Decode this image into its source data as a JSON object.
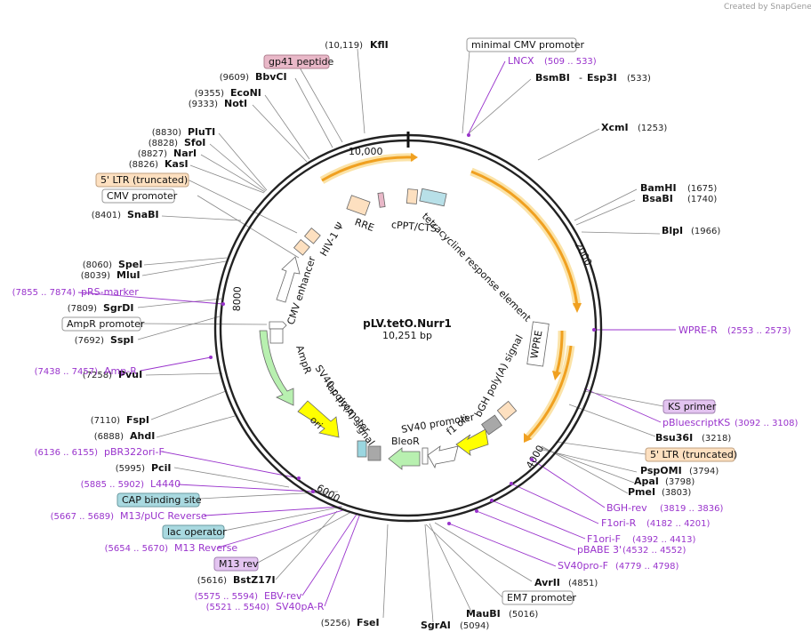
{
  "credit": "Created by SnapGene",
  "plasmid": {
    "name": "pLV.tetO.Nurr1",
    "length": "10,251 bp"
  },
  "ticks": [
    "10,000",
    "2000",
    "4000",
    "6000",
    "8000"
  ],
  "sites": [
    {
      "name": "KflI",
      "pos": "(10,119)"
    },
    {
      "name": "BbvCI",
      "pos": "(9609)"
    },
    {
      "name": "EcoNI",
      "pos": "(9355)"
    },
    {
      "name": "NotI",
      "pos": "(9333)"
    },
    {
      "name": "PluTI",
      "pos": "(8830)"
    },
    {
      "name": "SfoI",
      "pos": "(8828)"
    },
    {
      "name": "NarI",
      "pos": "(8827)"
    },
    {
      "name": "KasI",
      "pos": "(8826)"
    },
    {
      "name": "SnaBI",
      "pos": "(8401)"
    },
    {
      "name": "SpeI",
      "pos": "(8060)"
    },
    {
      "name": "MluI",
      "pos": "(8039)"
    },
    {
      "name": "SgrDI",
      "pos": "(7809)"
    },
    {
      "name": "SspI",
      "pos": "(7692)"
    },
    {
      "name": "PvuI",
      "pos": "(7258)"
    },
    {
      "name": "FspI",
      "pos": "(7110)"
    },
    {
      "name": "AhdI",
      "pos": "(6888)"
    },
    {
      "name": "PciI",
      "pos": "(5995)"
    },
    {
      "name": "BstZ17I",
      "pos": "(5616)"
    },
    {
      "name": "FseI",
      "pos": "(5256)"
    },
    {
      "name": "SgrAI",
      "pos": "(5094)"
    },
    {
      "name": "MauBI",
      "pos": "(5016)"
    },
    {
      "name": "AvrII",
      "pos": "(4851)"
    },
    {
      "name": "PmeI",
      "pos": "(3803)"
    },
    {
      "name": "ApaI",
      "pos": "(3798)"
    },
    {
      "name": "PspOMI",
      "pos": "(3794)"
    },
    {
      "name": "Bsu36I",
      "pos": "(3218)"
    },
    {
      "name": "BlpI",
      "pos": "(1966)"
    },
    {
      "name": "BsaBI",
      "pos": "(1740)"
    },
    {
      "name": "BamHI",
      "pos": "(1675)"
    },
    {
      "name": "XcmI",
      "pos": "(1253)"
    },
    {
      "name": "BsmBI",
      "sep": "-",
      "name2": "Esp3I",
      "pos": "(533)"
    }
  ],
  "primers": [
    {
      "name": "LNCX",
      "pos": "(509 .. 533)"
    },
    {
      "name": "pRS-marker",
      "pos": "(7855 .. 7874)"
    },
    {
      "name": "Amp-R",
      "pos": "(7438 .. 7457)"
    },
    {
      "name": "pBR322ori-F",
      "pos": "(6136 .. 6155)"
    },
    {
      "name": "L4440",
      "pos": "(5885 .. 5902)"
    },
    {
      "name": "M13/pUC Reverse",
      "pos": "(5667 .. 5689)"
    },
    {
      "name": "M13 Reverse",
      "pos": "(5654 .. 5670)"
    },
    {
      "name": "EBV-rev",
      "pos": "(5575 .. 5594)"
    },
    {
      "name": "SV40pA-R",
      "pos": "(5521 .. 5540)"
    },
    {
      "name": "WPRE-R",
      "pos": "(2553 .. 2573)"
    },
    {
      "name": "pBluescriptKS",
      "pos": "(3092 .. 3108)"
    },
    {
      "name": "BGH-rev",
      "pos": "(3819 .. 3836)"
    },
    {
      "name": "F1ori-R",
      "pos": "(4182 .. 4201)"
    },
    {
      "name": "F1ori-F",
      "pos": "(4392 .. 4413)"
    },
    {
      "name": "pBABE 3'",
      "pos": "(4532 .. 4552)"
    },
    {
      "name": "SV40pro-F",
      "pos": "(4779 .. 4798)"
    }
  ],
  "boxed_labels": [
    "minimal CMV promoter",
    "gp41 peptide",
    "5' LTR (truncated)",
    "CMV promoter",
    "AmpR promoter",
    "CAP binding site",
    "lac operator",
    "M13 rev",
    "KS primer",
    "5' LTR (truncated)",
    "EM7 promoter"
  ],
  "features": [
    "RRE",
    "cPPT/CTS",
    "tetracycline response element",
    "HIV-1 Ψ",
    "CMV enhancer",
    "AmpR",
    "SV40 poly(A) signal",
    "lac promoter",
    "ori",
    "BleoR",
    "SV40 promoter",
    "f1 ori",
    "bGH poly(A) signal",
    "WPRE"
  ],
  "colors": {
    "backbone": "#222222",
    "arc_orange": "#f0a020",
    "arc_glow": "#fbe3a8",
    "feature_peach": "#fde0c0",
    "green": "#b8f0b0",
    "yellow": "#ffff00",
    "primer": "#9933cc",
    "boxed_teal": "#a9d9e0",
    "boxed_pink": "#e9b8c8",
    "boxed_purple": "#e3c4f0"
  }
}
